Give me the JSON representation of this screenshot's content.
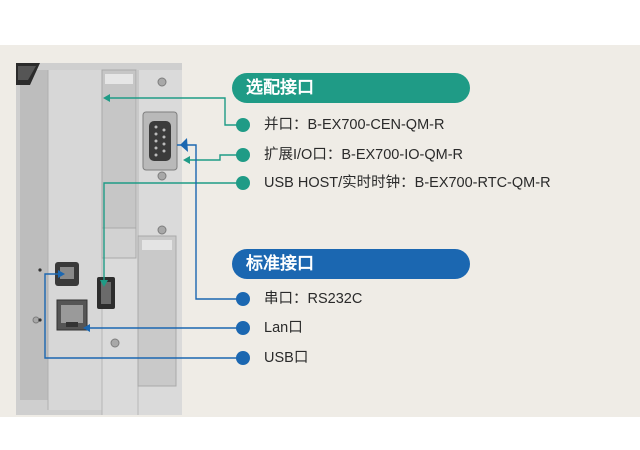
{
  "colors": {
    "optional_accent": "#1f9b86",
    "standard_accent": "#1b67b1",
    "band_background": "#efece6"
  },
  "optional_section": {
    "title": "选配接口",
    "items": [
      {
        "label": "并口：B-EX700-CEN-QM-R"
      },
      {
        "label": "扩展I/O口：B-EX700-IO-QM-R"
      },
      {
        "label": "USB HOST/实时时钟：B-EX700-RTC-QM-R"
      }
    ]
  },
  "standard_section": {
    "title": "标准接口",
    "items": [
      {
        "label": "串口：RS232C"
      },
      {
        "label": "Lan口"
      },
      {
        "label": "USB口"
      }
    ]
  }
}
